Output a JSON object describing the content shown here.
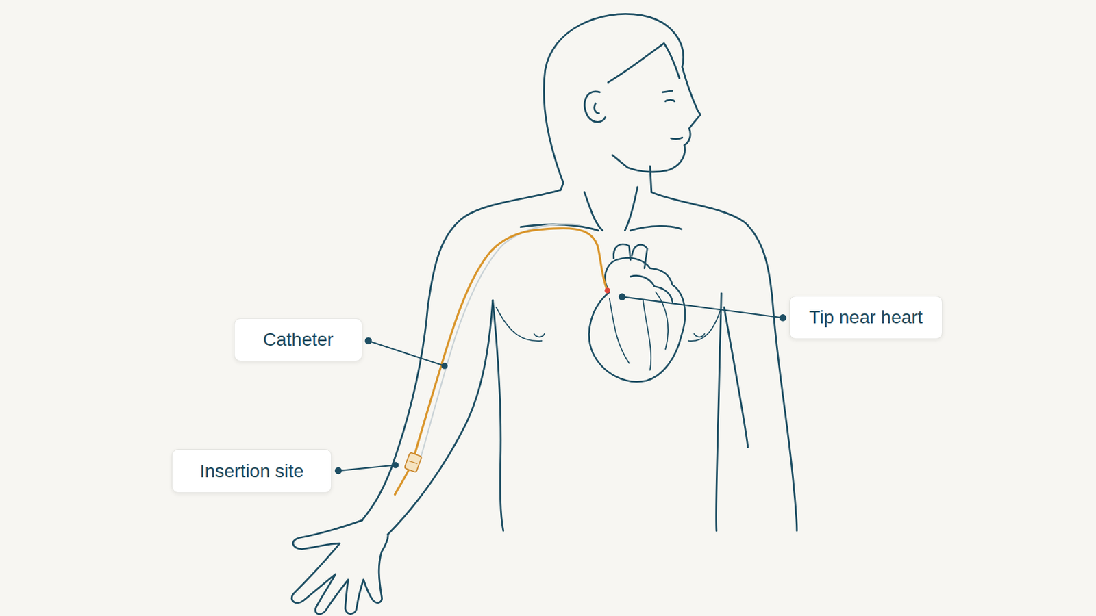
{
  "diagram": {
    "nodes": [
      {
        "text": [
          "Catheter"
        ]
      },
      {
        "text": [
          "Tip near heart"
        ]
      },
      {
        "text": [
          "Insertion site"
        ]
      }
    ]
  }
}
